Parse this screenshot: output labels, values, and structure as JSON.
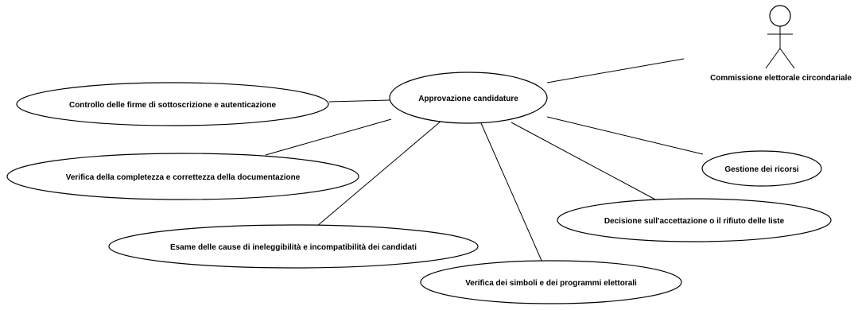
{
  "diagram": {
    "actor": {
      "label": "Commissione elettorale circondariale"
    },
    "central_use_case": {
      "label": "Approvazione candidature"
    },
    "use_cases": [
      {
        "id": "uc-firme",
        "label": "Controllo delle firme di sottoscrizione e autenticazione"
      },
      {
        "id": "uc-documentazione",
        "label": "Verifica della completezza e correttezza della documentazione"
      },
      {
        "id": "uc-ineleggibilita",
        "label": "Esame delle cause di ineleggibilità e incompatibilità dei candidati"
      },
      {
        "id": "uc-simboli",
        "label": "Verifica dei simboli e dei programmi elettorali"
      },
      {
        "id": "uc-decisione",
        "label": "Decisione sull'accettazione o il rifiuto delle liste"
      },
      {
        "id": "uc-ricorsi",
        "label": "Gestione dei ricorsi"
      }
    ],
    "colors": {
      "stroke": "#000000",
      "fill": "#ffffff",
      "text": "#000000"
    }
  }
}
